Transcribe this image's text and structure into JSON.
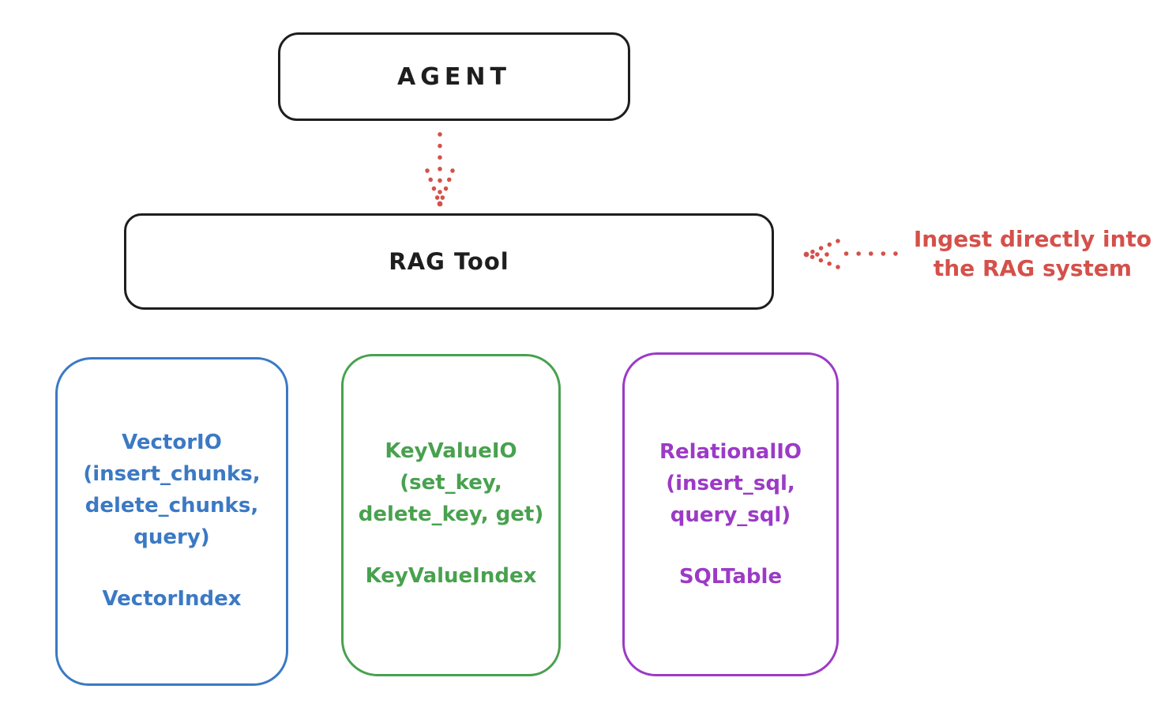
{
  "colors": {
    "background": "#ffffff",
    "black": "#1e1e1e",
    "red": "#d5504a",
    "blue": "#3b79c4",
    "green": "#48a14e",
    "purple": "#9c3ac6"
  },
  "agent": {
    "label": "AGENT"
  },
  "rag_tool": {
    "label": "RAG Tool"
  },
  "annotation": {
    "line1": "Ingest directly into",
    "line2": "the RAG system",
    "color": "#d5504a"
  },
  "backends": [
    {
      "name": "vector-io",
      "color": "#3b79c4",
      "lines": [
        "VectorIO",
        "(insert_chunks,",
        "delete_chunks,",
        "query)"
      ],
      "index_label": "VectorIndex"
    },
    {
      "name": "keyvalue-io",
      "color": "#48a14e",
      "lines": [
        "KeyValueIO",
        "(set_key,",
        "delete_key, get)"
      ],
      "index_label": "KeyValueIndex"
    },
    {
      "name": "relational-io",
      "color": "#9c3ac6",
      "lines": [
        "RelationalIO",
        "(insert_sql,",
        "query_sql)"
      ],
      "index_label": "SQLTable"
    }
  ]
}
